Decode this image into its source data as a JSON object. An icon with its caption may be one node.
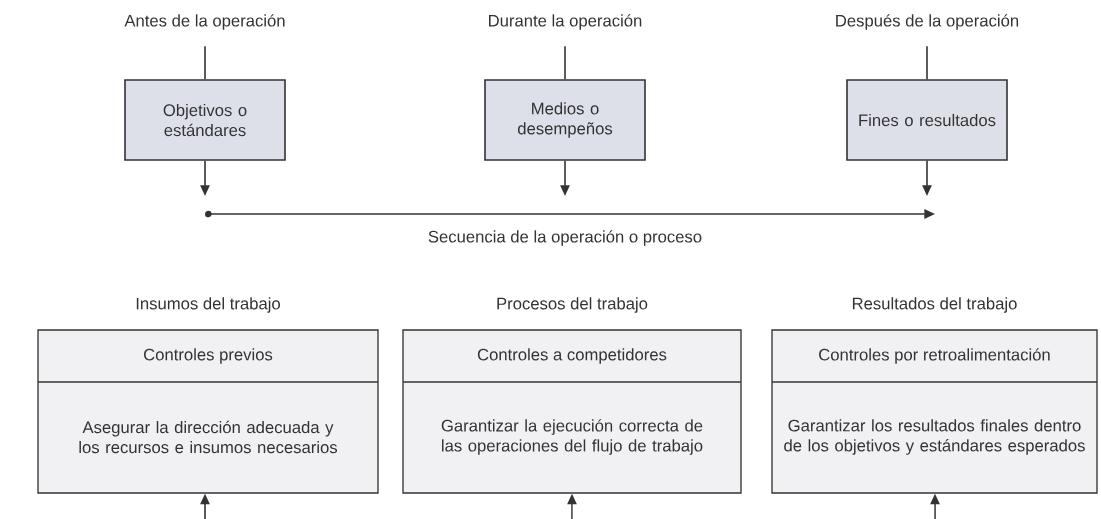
{
  "diagram": {
    "nodes": [
      {
        "text": [
          "Antes de la operación"
        ]
      },
      {
        "text": [
          "Objetivos o estándares"
        ]
      },
      {
        "text": [
          "Durante la operación"
        ]
      },
      {
        "text": [
          "Medios o desempeños"
        ]
      },
      {
        "text": [
          "Después de la operación"
        ]
      },
      {
        "text": [
          "Fines o resultados"
        ]
      },
      {
        "text": [
          "Insumos del trabajo",
          "Controles previos",
          "Asegurar la dirección adecuada y los recursos e insumos necesarios"
        ]
      },
      {
        "text": [
          "Procesos del trabajo",
          "Controles a competidores",
          "Garantizar la ejecución correcta de las operaciones del flujo de trabajo"
        ]
      },
      {
        "text": [
          "Resultados del trabajo",
          "Controles por retroalimentación",
          "Garantizar los resultados finales dentro de los objetivos y estándares esperados"
        ]
      }
    ],
    "edges": [
      {
        "from": 0,
        "to": 1,
        "arrow": "none"
      },
      {
        "from": 2,
        "to": 3,
        "arrow": "none"
      },
      {
        "from": 4,
        "to": 5,
        "arrow": "none"
      },
      {
        "from": 1,
        "to": null,
        "arrow": "to"
      },
      {
        "from": 3,
        "to": null,
        "arrow": "to"
      },
      {
        "from": 5,
        "to": null,
        "arrow": "to"
      },
      {
        "from": null,
        "to": 6,
        "arrow": "to"
      },
      {
        "from": null,
        "to": 7,
        "arrow": "to"
      },
      {
        "from": null,
        "to": 8,
        "arrow": "to"
      }
    ],
    "labels": [
      "Secuencia de la operación o proceso"
    ]
  }
}
